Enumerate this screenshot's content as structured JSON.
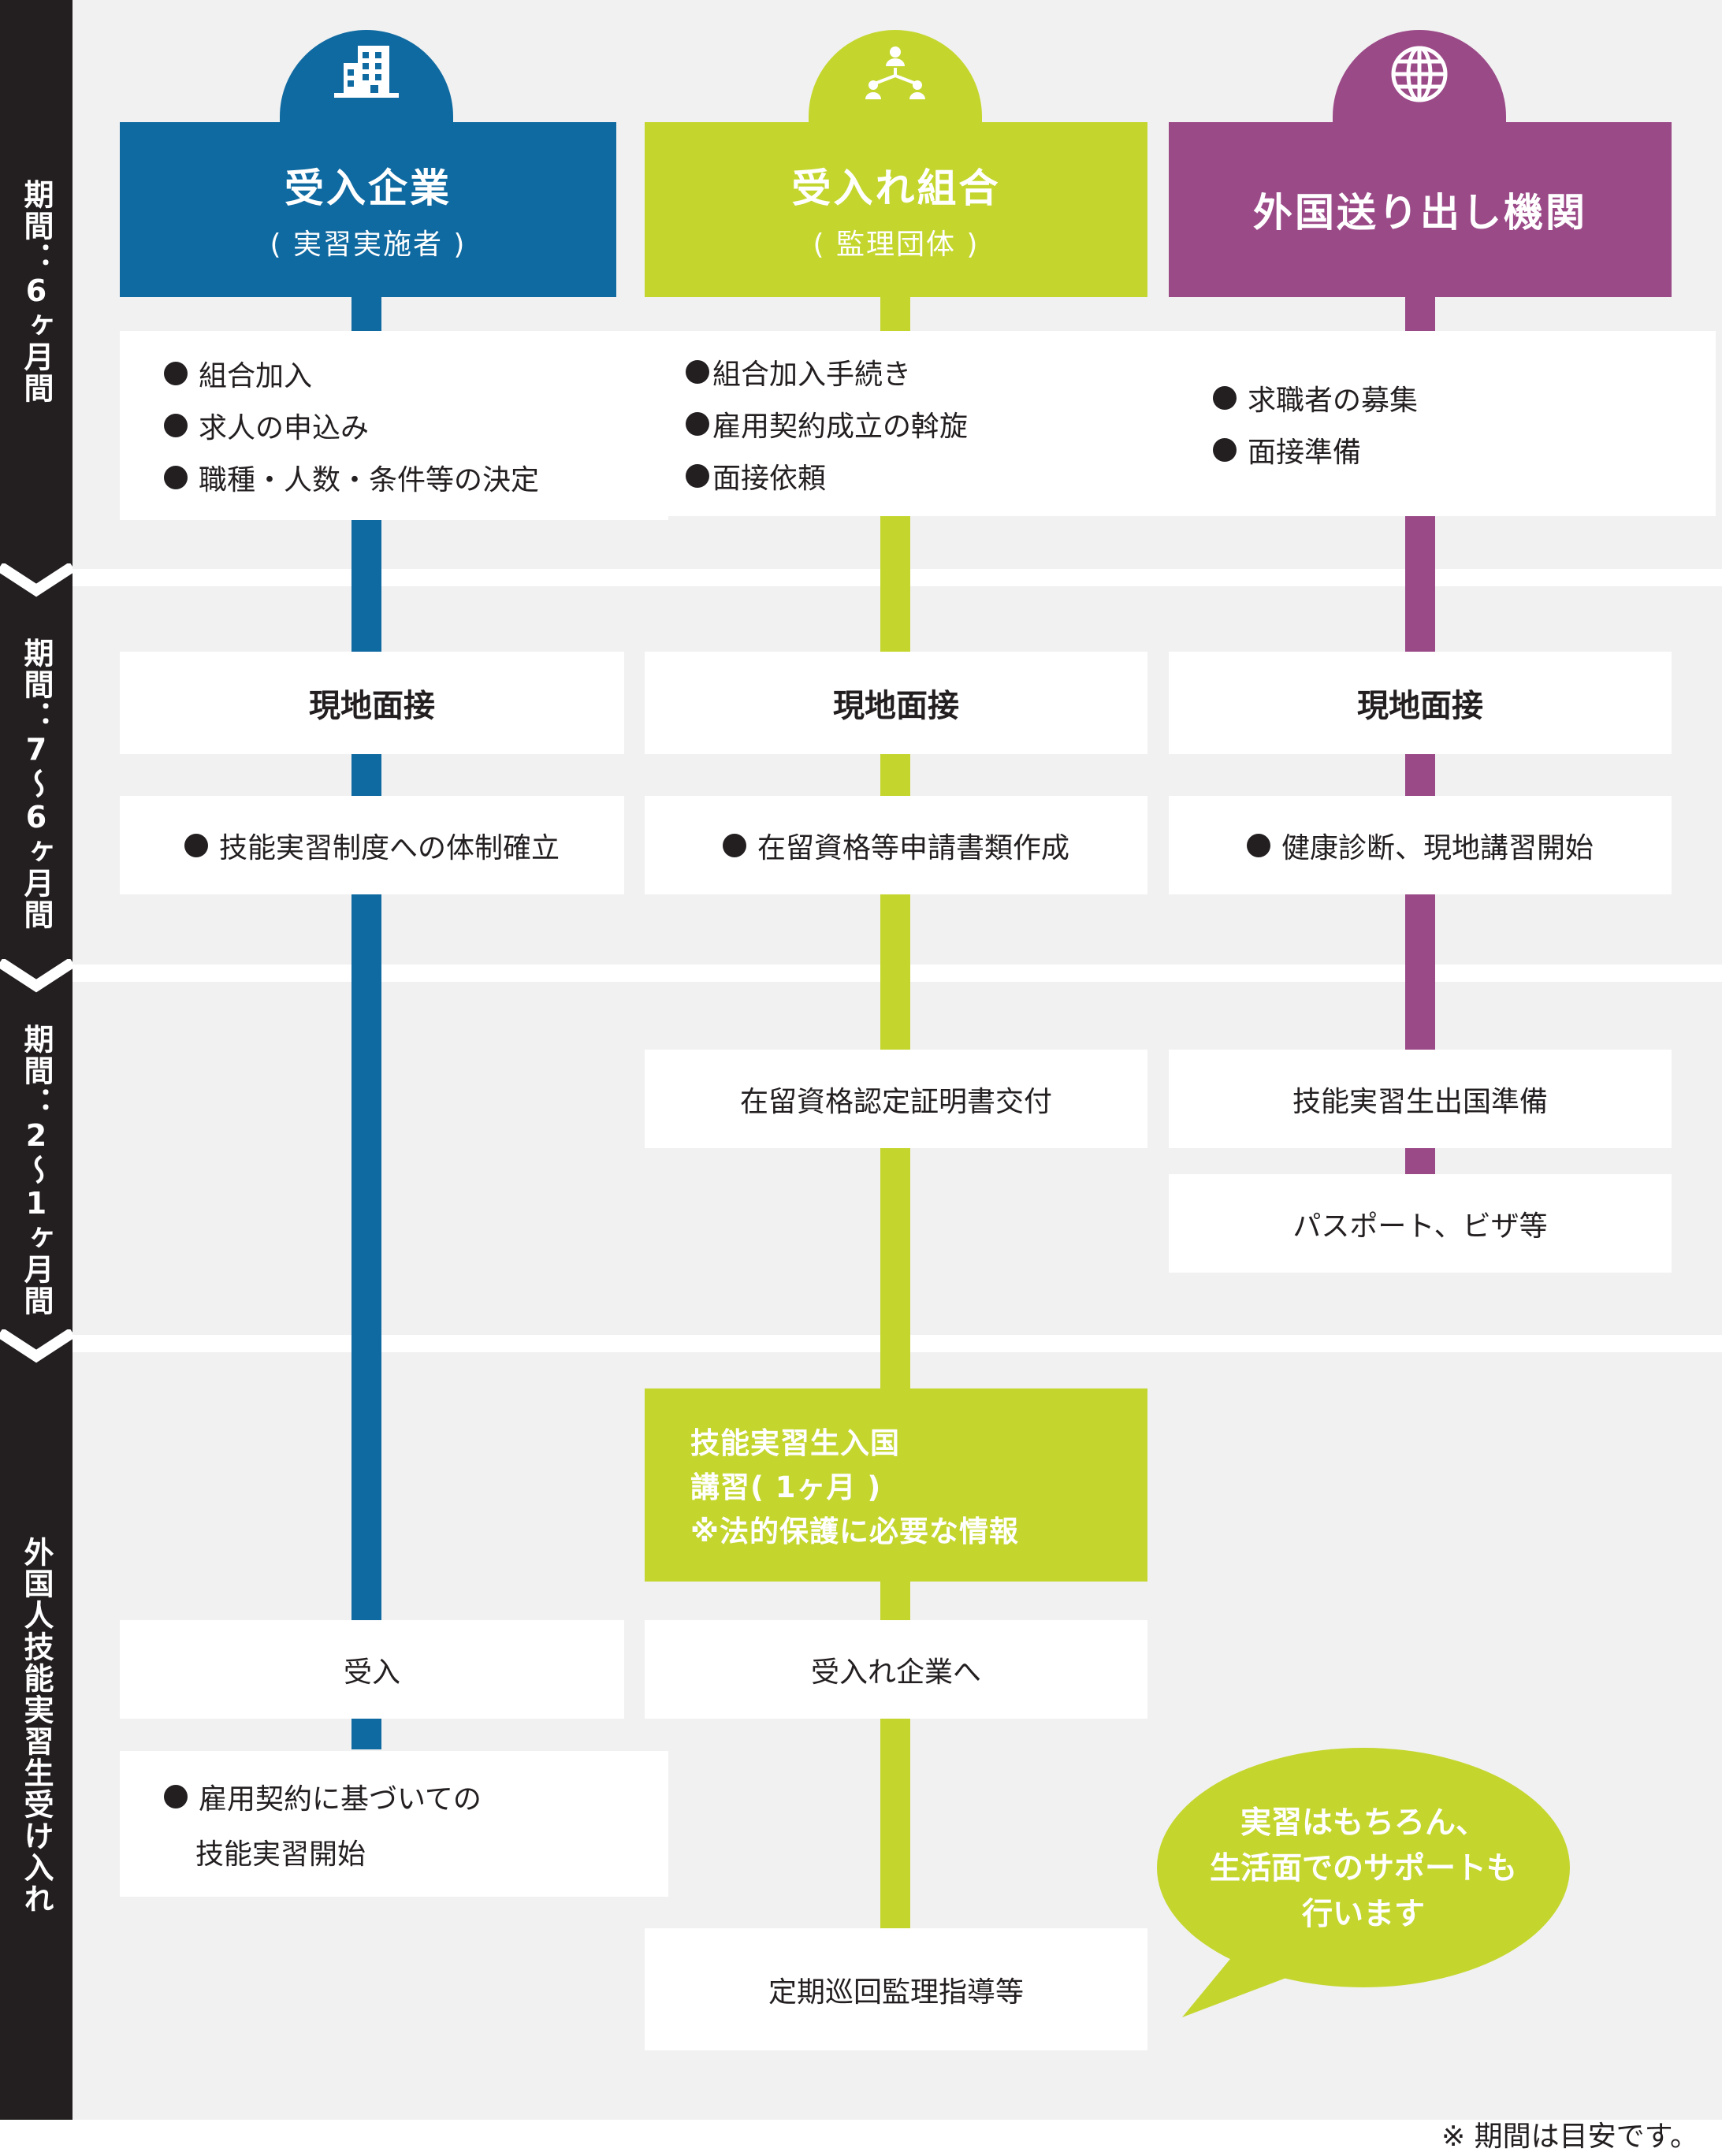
{
  "periods": [
    {
      "label": "期間：6ヶ月間"
    },
    {
      "label": "期間：7〜6ヶ月間"
    },
    {
      "label": "期間：2〜1ヶ月間"
    },
    {
      "label": "外国人技能実習生受け入れ"
    }
  ],
  "columns": {
    "company": {
      "title": "受入企業",
      "subtitle": "( 実習実施者 )",
      "icon": "building-icon",
      "color": "#0f6aa1",
      "phase1_items": [
        "組合加入",
        "求人の申込み",
        "職種・人数・条件等の決定"
      ],
      "interview": "現地面接",
      "phase2_item": "技能実習制度への体制確立",
      "accept": "受入",
      "final_line1": "雇用契約に基づいての",
      "final_line2": "技能実習開始"
    },
    "union": {
      "title": "受入れ組合",
      "subtitle": "( 監理団体 )",
      "icon": "network-icon",
      "color": "#c4d62e",
      "phase1_items": [
        "組合加入手続き",
        "雇用契約成立の斡旋",
        "面接依頼"
      ],
      "interview": "現地面接",
      "phase2_item": "在留資格等申請書類作成",
      "phase3": "在留資格認定証明書交付",
      "entry_lines": [
        "技能実習生入国",
        "講習( 1ヶ月 )",
        "※法的保護に必要な情報"
      ],
      "to_company": "受入れ企業へ",
      "patrol": "定期巡回監理指導等"
    },
    "agency": {
      "title": "外国送り出し機関",
      "icon": "globe-icon",
      "color": "#9b4a88",
      "phase1_items": [
        "求職者の募集",
        "面接準備"
      ],
      "interview": "現地面接",
      "phase2_item": "健康診断、現地講習開始",
      "phase3": "技能実習生出国準備",
      "passport": "パスポート、ビザ等"
    }
  },
  "bubble": {
    "line1": "実習はもちろん、",
    "line2": "生活面でのサポートも",
    "line3": "行います",
    "color": "#c4d62e"
  },
  "footnote": "※ 期間は目安です。"
}
